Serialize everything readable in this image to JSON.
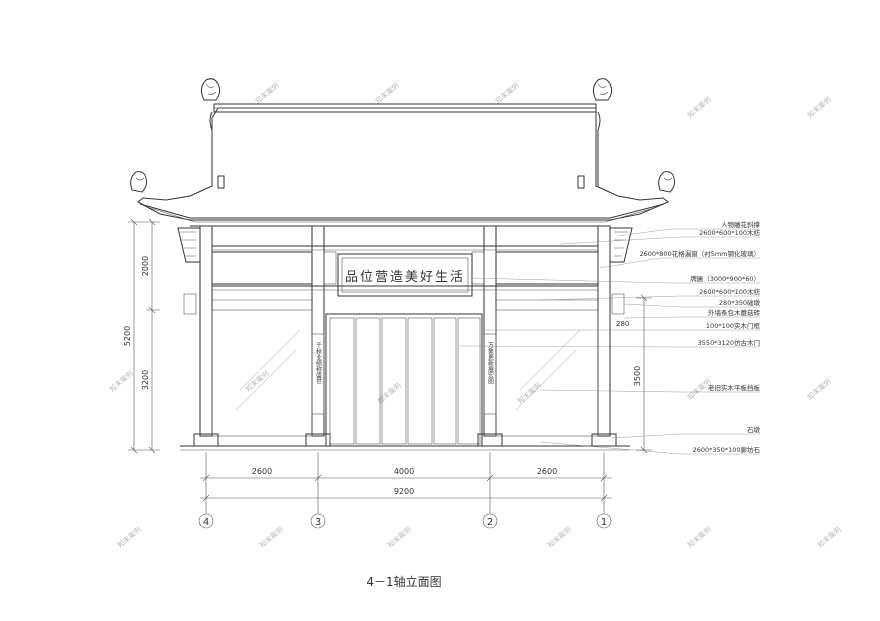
{
  "drawing": {
    "title": "4－1轴立面图",
    "signboard_text": "品位营造美好生活"
  },
  "annotations": [
    "人物雕花斜撑",
    "2600*600*100木枋",
    "2600*800花格漏窗（衬5mm钢化玻璃）",
    "牌匾（3000*900*60）",
    "2600*600*100木枋",
    "280*350础墩",
    "外墙条包木蘑菇砖",
    "100*100实木门框",
    "3550*3120仿古木门",
    "老旧实木平板挡板",
    "石墩",
    "2600*350*100廊坊石"
  ],
  "dims_horizontal": [
    "2600",
    "4000",
    "2600",
    "9200"
  ],
  "dims_vertical": [
    "2000",
    "3200",
    "5200",
    "3500"
  ],
  "axis_labels": [
    "4",
    "3",
    "2",
    "1"
  ],
  "side_plaques": [
    "千秋业绩称盛世",
    "万象更新展宏图"
  ],
  "watermark": "知末案例"
}
